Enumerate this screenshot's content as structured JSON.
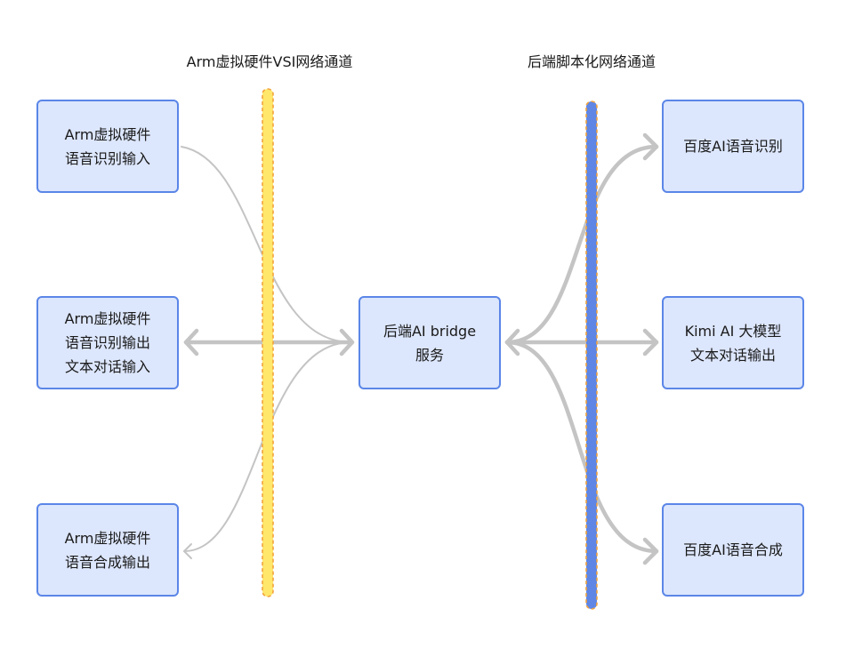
{
  "labels": {
    "left_channel": "Arm虚拟硬件VSI网络通道",
    "right_channel": "后端脚本化网络通道"
  },
  "nodes": {
    "arm_asr_input": [
      "Arm虚拟硬件",
      "语音识别输入"
    ],
    "arm_asr_output": [
      "Arm虚拟硬件",
      "语音识别输出",
      "文本对话输入"
    ],
    "arm_tts_output": [
      "Arm虚拟硬件",
      "语音合成输出"
    ],
    "bridge": [
      "后端AI bridge",
      "服务"
    ],
    "baidu_asr": [
      "百度AI语音识别"
    ],
    "kimi": [
      "Kimi AI 大模型",
      "文本对话输出"
    ],
    "baidu_tts": [
      "百度AI语音合成"
    ]
  },
  "colors": {
    "node_fill": "#dce6fc",
    "node_border": "#5b86e8",
    "edge": "#c4c4c4",
    "left_band": "#ffe76b",
    "left_band_dash": "#f2a33c",
    "right_band": "#5f86e4",
    "right_band_dash": "#f2a33c"
  }
}
